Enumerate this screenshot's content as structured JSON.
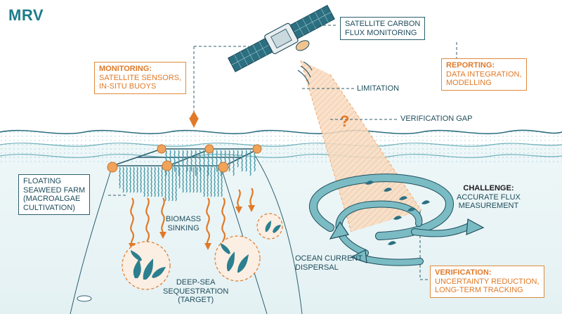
{
  "title": "MRV",
  "colors": {
    "teal": "#1e7b8c",
    "dark_teal": "#2c5f6e",
    "orange": "#e07a28",
    "light_orange": "#f3c9a3",
    "water": "#eaf5f6",
    "current": "#7bbcc4"
  },
  "labels": {
    "satellite": [
      "SATELLITE CARBON",
      "FLUX MONITORING"
    ],
    "monitoring": {
      "heading": "MONITORING:",
      "lines": [
        "SATELLITE SENSORS,",
        "IN-SITU BUOYS"
      ]
    },
    "reporting": {
      "heading": "REPORTING:",
      "lines": [
        "DATA INTEGRATION,",
        "MODELLING"
      ]
    },
    "limitation": "LIMITATION",
    "question_mark": "?",
    "verification_gap": "VERIFICATION GAP",
    "farm": [
      "FLOATING",
      "SEAWEED FARM",
      "(MACROALGAE",
      "CULTIVATION)"
    ],
    "challenge": {
      "heading": "CHALLENGE:",
      "lines": [
        "ACCURATE FLUX",
        "MEASUREMENT"
      ]
    },
    "biomass": [
      "BIOMASS",
      "SINKING"
    ],
    "ocean": [
      "OCEAN CURRENT",
      "DISPERSAL"
    ],
    "sequestration": [
      "DEEP-SEA",
      "SEQUESTRATION",
      "(TARGET)"
    ],
    "verification": {
      "heading": "VERIFICATION:",
      "lines": [
        "UNCERTAINTY REDUCTION,",
        "LONG-TERM TRACKING"
      ]
    }
  },
  "icons": [
    "satellite-icon",
    "seaweed-farm-icon",
    "buoy-icon",
    "ocean-current-icon",
    "sinking-arrow-icon",
    "seaweed-cluster-icon",
    "signal-wave-icon"
  ]
}
